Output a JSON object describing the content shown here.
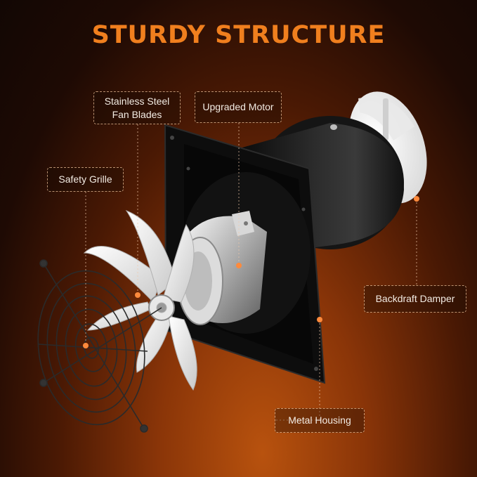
{
  "title": "STURDY STRUCTURE",
  "labels": {
    "fan_blades_line1": "Stainless Steel",
    "fan_blades_line2": "Fan Blades",
    "motor": "Upgraded Motor",
    "grille": "Safety Grille",
    "damper": "Backdraft Damper",
    "housing": "Metal Housing"
  },
  "colors": {
    "title": "#f07f1e",
    "marker": "#ff8a3c",
    "background_center": "#b8520e",
    "background_edge": "#120704"
  }
}
